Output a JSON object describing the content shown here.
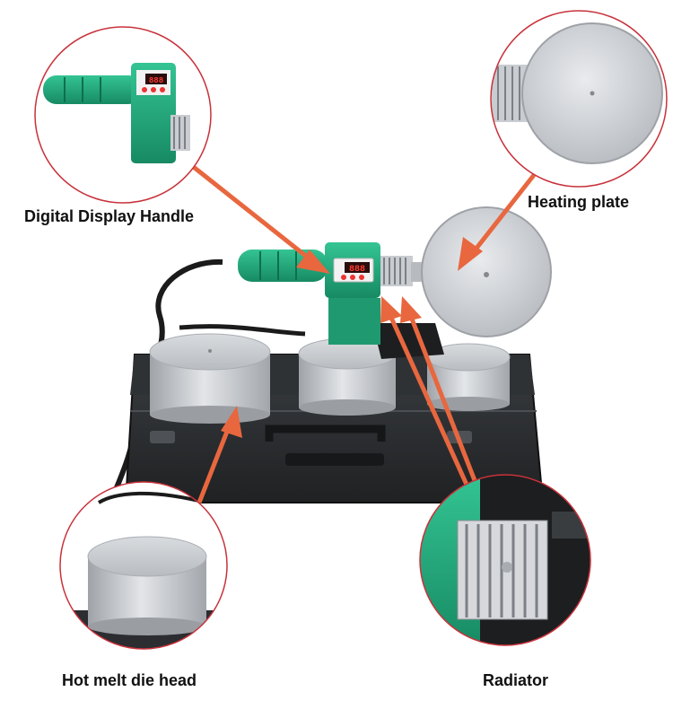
{
  "labels": {
    "handle": "Digital Display Handle",
    "plate": "Heating plate",
    "die": "Hot melt die head",
    "radiator": "Radiator"
  },
  "display": {
    "reading": "888"
  },
  "colors": {
    "accent_arrow": "#e8673f",
    "callout_ring": "#c8323b",
    "tool_green": "#23a57a",
    "case_dark": "#2a2c2e",
    "metal": "#c9ccd0",
    "display_red": "#ff3b30"
  }
}
